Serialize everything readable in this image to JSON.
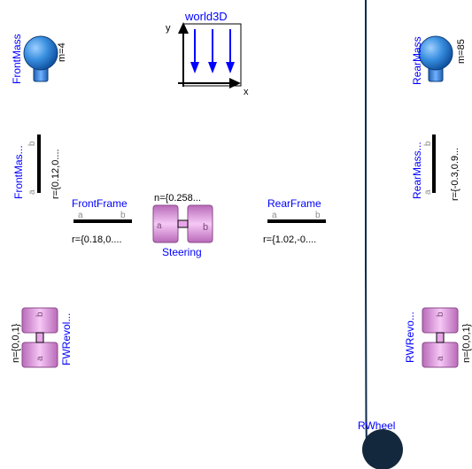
{
  "components": {
    "world": {
      "name": "world3D",
      "axis_y": "y",
      "axis_x": "x"
    },
    "front_mass": {
      "name": "FrontMass",
      "param": "m=4"
    },
    "rear_mass": {
      "name": "RearMass",
      "param": "m=85"
    },
    "front_mass_pos": {
      "name": "FrontMas...",
      "param": "r={0.12,0....",
      "port_a": "a",
      "port_b": "b"
    },
    "rear_mass_pos": {
      "name": "RearMass...",
      "param": "r={-0.3,0.9...",
      "port_a": "a",
      "port_b": "b"
    },
    "front_frame": {
      "name": "FrontFrame",
      "param": "r={0.18,0....",
      "port_a": "a",
      "port_b": "b"
    },
    "rear_frame": {
      "name": "RearFrame",
      "param": "r={1.02,-0....",
      "port_a": "a",
      "port_b": "b"
    },
    "steering": {
      "name": "Steering",
      "param": "n={0.258...",
      "port_a": "a",
      "port_b": "b"
    },
    "fw_revolute": {
      "name": "FWRevol...",
      "param": "n={0,0,1}",
      "port_a": "a",
      "port_b": "b"
    },
    "rw_revolute": {
      "name": "RWRevo...",
      "param": "n={0,0,1}",
      "port_a": "a",
      "port_b": "b"
    },
    "rear_wheel": {
      "name": "RWheel"
    }
  },
  "colors": {
    "label_blue": "#0000ff",
    "mass_ball": "#3a8fe0",
    "revolute_pink": "#e8a6e8",
    "wire": "#0d2a4a",
    "wheel": "#14283d"
  }
}
